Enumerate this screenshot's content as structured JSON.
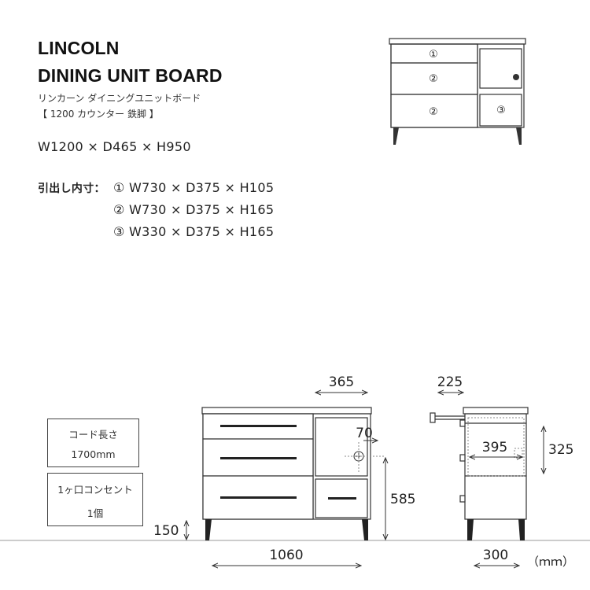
{
  "product": {
    "title_line1": "LINCOLN",
    "title_line2": "DINING UNIT BOARD",
    "subtitle_kana": "リンカーン ダイニングユニットボード",
    "variant": "【 1200 カウンター 鉄脚 】",
    "overall_size": "W1200 × D465 × H950"
  },
  "drawers": {
    "label": "引出し内寸：",
    "items": [
      "① W730 × D375 × H105",
      "② W730 × D375 × H165",
      "③ W330 × D375 × H165"
    ]
  },
  "thumbnail_labels": [
    "①",
    "②",
    "②",
    "③"
  ],
  "info_boxes": [
    {
      "title": "コード長さ",
      "value": "1700mm"
    },
    {
      "title": "1ヶ口コンセント",
      "value": "1個"
    }
  ],
  "front_dims": {
    "top_width": "365",
    "outlet_offset": "70",
    "height_to_shelf": "585",
    "leg_height": "150",
    "inner_width": "1060"
  },
  "side_dims": {
    "top_depth": "225",
    "inner_depth": "395",
    "inner_height": "325",
    "bottom_depth": "300"
  },
  "unit": "（ｍｍ）",
  "colors": {
    "line": "#333333",
    "wood": "#222222",
    "leg": "#555555",
    "guide": "#8a8a8a"
  }
}
